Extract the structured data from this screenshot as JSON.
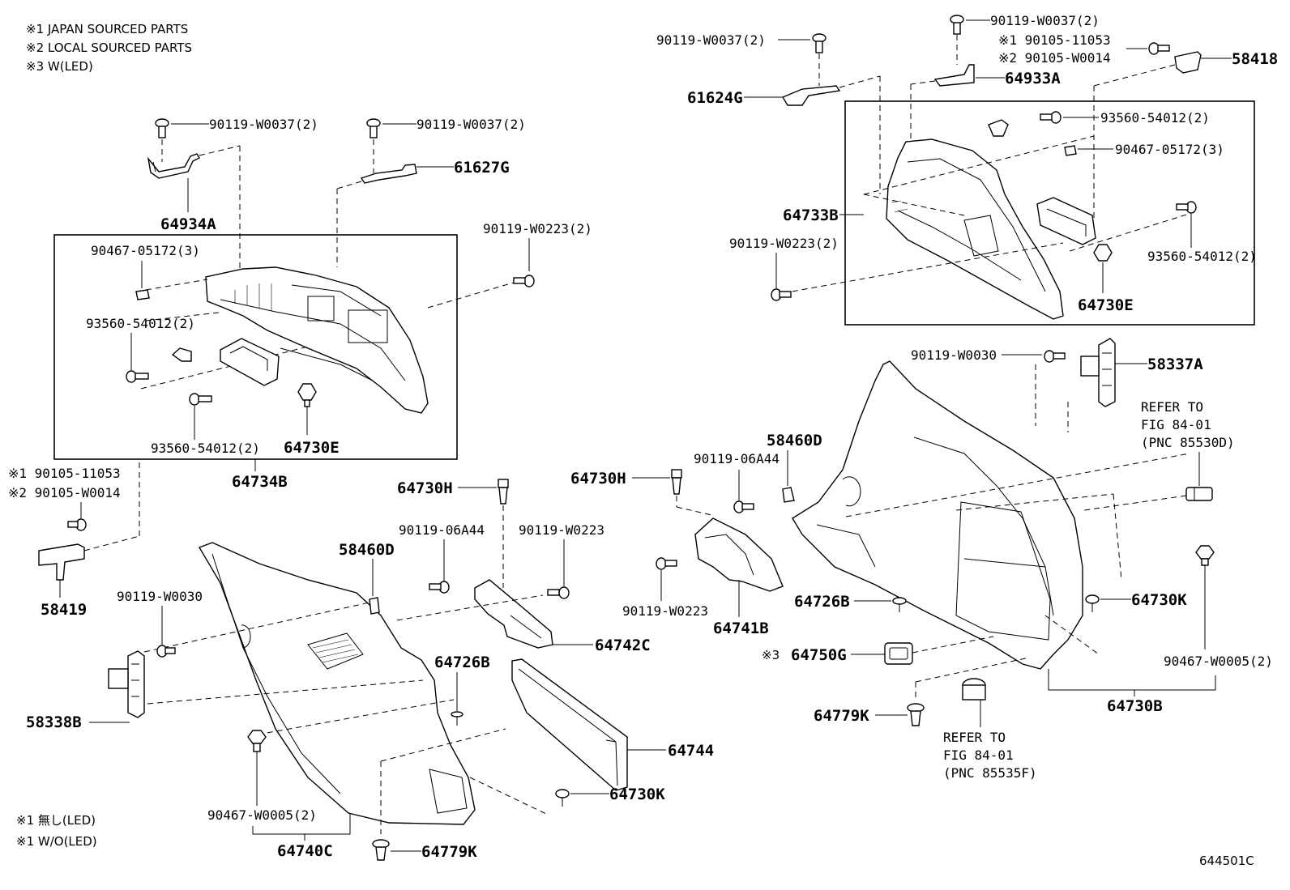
{
  "notes": {
    "top_left": [
      "※1 JAPAN SOURCED PARTS",
      "※2 LOCAL SOURCED PARTS",
      "※3 W(LED)"
    ],
    "bottom_left": [
      "※1 無し(LED)",
      "※1 W/O(LED)"
    ]
  },
  "figure_code": "644501C",
  "labels": {
    "l_90119_w0037_a": "90119-W0037(2)",
    "l_90119_w0037_b": "90119-W0037(2)",
    "l_90119_w0037_c": "90119-W0037(2)",
    "l_90119_w0037_d": "90119-W0037(2)",
    "l_64934a": "64934A",
    "l_61627g": "61627G",
    "l_90119_w0223_a": "90119-W0223(2)",
    "l_90467_05172_a": "90467-05172(3)",
    "l_93560_54012_a": "93560-54012(2)",
    "l_93560_54012_b": "93560-54012(2)",
    "l_64730e_a": "64730E",
    "l_64734b": "64734B",
    "l_90105_11053_a": "※1 90105-11053",
    "l_90105_w0014_a": "※2 90105-W0014",
    "l_58419": "58419",
    "l_64730h_a": "64730H",
    "l_58460d_a": "58460D",
    "l_90119_06a44_a": "90119-06A44",
    "l_90119_w0223_b": "90119-W0223",
    "l_90119_w0030_a": "90119-W0030",
    "l_64742c": "64742C",
    "l_64726b_a": "64726B",
    "l_58338b": "58338B",
    "l_64744": "64744",
    "l_90467_w0005_a": "90467-W0005(2)",
    "l_64730k_a": "64730K",
    "l_64740c": "64740C",
    "l_64779k_a": "64779K",
    "l_61624g": "61624G",
    "l_64933a": "64933A",
    "l_90105_11053_b": "※1 90105-11053",
    "l_90105_w0014_b": "※2 90105-W0014",
    "l_58418": "58418",
    "l_93560_54012_c": "93560-54012(2)",
    "l_90467_05172_b": "90467-05172(3)",
    "l_64733b": "64733B",
    "l_90119_w0223_c": "90119-W0223(2)",
    "l_93560_54012_d": "93560-54012(2)",
    "l_64730e_b": "64730E",
    "l_90119_w0030_b": "90119-W0030",
    "l_58337a": "58337A",
    "l_refer_a1": "REFER TO",
    "l_refer_a2": "FIG 84-01",
    "l_refer_a3": "(PNC 85530D)",
    "l_64730h_b": "64730H",
    "l_90119_06a44_b": "90119-06A44",
    "l_58460d_b": "58460D",
    "l_90119_w0223_d": "90119-W0223",
    "l_64741b": "64741B",
    "l_64726b_b": "64726B",
    "l_64730k_b": "64730K",
    "l_mark3": "※3",
    "l_64750g": "64750G",
    "l_90467_w0005_b": "90467-W0005(2)",
    "l_64730b": "64730B",
    "l_64779k_b": "64779K",
    "l_refer_b1": "REFER TO",
    "l_refer_b2": "FIG 84-01",
    "l_refer_b3": "(PNC 85535F)"
  }
}
